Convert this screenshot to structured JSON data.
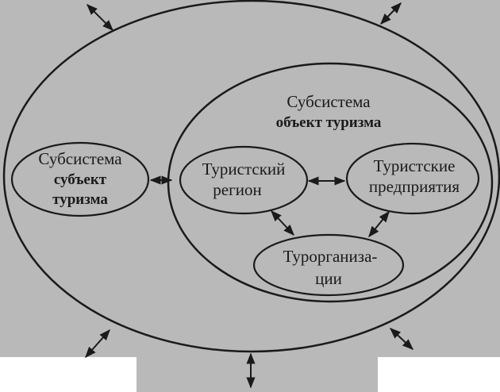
{
  "colors": {
    "background": "#b9b9b9",
    "ink": "#1a1a1a",
    "paper": "#ffffff"
  },
  "diagram": {
    "subject": {
      "line1": "Субсистема",
      "line2": "субъект",
      "line3": "туризма"
    },
    "object": {
      "line1": "Субсистема",
      "line2": "объект туризма"
    },
    "region": {
      "line1": "Туристский",
      "line2": "регион"
    },
    "enterprises": {
      "line1": "Туристские",
      "line2": "предприятия"
    },
    "tourorg": {
      "line1": "Турорганиза-",
      "line2": "ции"
    }
  }
}
